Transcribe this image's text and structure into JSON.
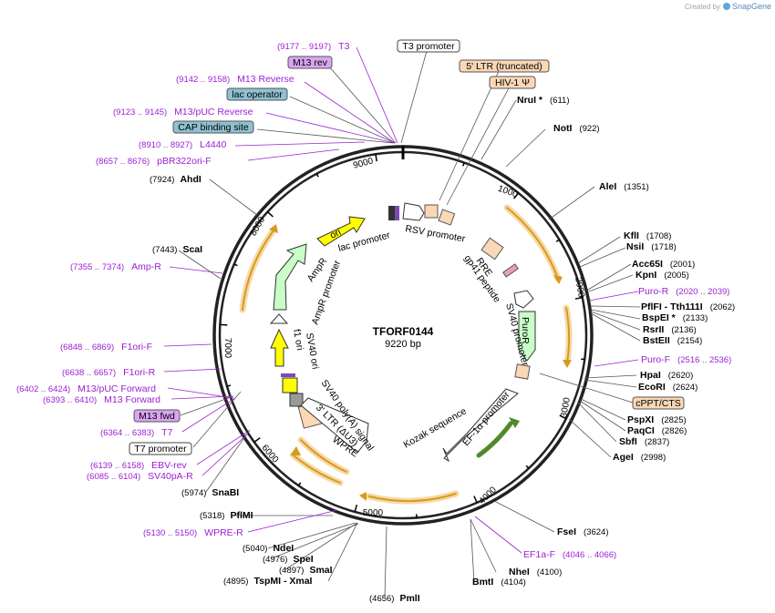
{
  "header": {
    "created_by": "Created by",
    "brand": "SnapGene"
  },
  "center": {
    "name": "TFORF0144",
    "length": "9220 bp"
  },
  "colors": {
    "primer": "#9b1fd1",
    "orf": "#d89a1a",
    "ori": "#ffff00",
    "ampr": "#c8ffc8",
    "ltr": "#fad7b5",
    "feature_box_blue": "#8fc1d1",
    "feature_box_purple": "#d9a6f2"
  },
  "ticks": [
    "1000",
    "2000",
    "3000",
    "4000",
    "5000",
    "6000",
    "7000",
    "8000",
    "9000"
  ],
  "features_on_map": {
    "lac_promoter": "lac promoter",
    "rsv_promoter": "RSV promoter",
    "rre": "RRE",
    "gp41": "gp41 peptide",
    "sv40_promoter": "SV40 promoter",
    "puror": "PuroR",
    "ef1a": "EF-1α promoter",
    "kozak": "Kozak sequence",
    "wpre": "WPRE",
    "ltr3": "3' LTR (ΔU3)",
    "sv40_polya": "SV40 poly(A) signal",
    "sv40_ori": "SV40 ori",
    "f1_ori": "f1 ori",
    "ampr_promoter": "AmpR promoter",
    "ampr": "AmpR",
    "ori": "ori"
  },
  "outer_labels": {
    "t3_promoter": "T3 promoter",
    "ltr5": "5' LTR (truncated)",
    "hiv": "HIV-1 Ψ",
    "cppt": "cPPT/CTS",
    "m13rev": "M13 rev",
    "lac_operator": "lac operator",
    "cap": "CAP binding site",
    "m13fwd": "M13 fwd",
    "t7_promoter": "T7 promoter"
  },
  "enzymes": [
    {
      "name": "NruI *",
      "pos": "(611)"
    },
    {
      "name": "NotI",
      "pos": "(922)"
    },
    {
      "name": "AleI",
      "pos": "(1351)"
    },
    {
      "name": "KflI",
      "pos": "(1708)"
    },
    {
      "name": "NsiI",
      "pos": "(1718)"
    },
    {
      "name": "Acc65I",
      "pos": "(2001)"
    },
    {
      "name": "KpnI",
      "pos": "(2005)"
    },
    {
      "name": "PflFI - Tth111I",
      "pos": "(2062)"
    },
    {
      "name": "BspEI *",
      "pos": "(2133)"
    },
    {
      "name": "RsrII",
      "pos": "(2136)"
    },
    {
      "name": "BstEII",
      "pos": "(2154)"
    },
    {
      "name": "HpaI",
      "pos": "(2620)"
    },
    {
      "name": "EcoRI",
      "pos": "(2624)"
    },
    {
      "name": "PspXI",
      "pos": "(2825)"
    },
    {
      "name": "PaqCI",
      "pos": "(2826)"
    },
    {
      "name": "SbfI",
      "pos": "(2837)"
    },
    {
      "name": "AgeI",
      "pos": "(2998)"
    },
    {
      "name": "FseI",
      "pos": "(3624)"
    },
    {
      "name": "NheI",
      "pos": "(4100)"
    },
    {
      "name": "BmtI",
      "pos": "(4104)"
    },
    {
      "name": "PmlI",
      "pos": "(4656)"
    },
    {
      "name": "SpeI",
      "pos": "(4976)"
    },
    {
      "name": "NdeI",
      "pos": "(5040)"
    },
    {
      "name": "SmaI",
      "pos": "(4897)"
    },
    {
      "name": "TspMI - XmaI",
      "pos": "(4895)"
    },
    {
      "name": "PflMI",
      "pos": "(5318)"
    },
    {
      "name": "SnaBI",
      "pos": "(5974)"
    },
    {
      "name": "ScaI",
      "pos": "(7443)"
    },
    {
      "name": "AhdI",
      "pos": "(7924)"
    }
  ],
  "primers": [
    {
      "name": "T3",
      "pos": "(9177 .. 9197)"
    },
    {
      "name": "M13 Reverse",
      "pos": "(9142 .. 9158)"
    },
    {
      "name": "M13/pUC Reverse",
      "pos": "(9123 .. 9145)"
    },
    {
      "name": "L4440",
      "pos": "(8910 .. 8927)"
    },
    {
      "name": "pBR322ori-F",
      "pos": "(8657 .. 8676)"
    },
    {
      "name": "Amp-R",
      "pos": "(7355 .. 7374)"
    },
    {
      "name": "F1ori-F",
      "pos": "(6848 .. 6869)"
    },
    {
      "name": "F1ori-R",
      "pos": "(6638 .. 6657)"
    },
    {
      "name": "M13/pUC Forward",
      "pos": "(6402 .. 6424)"
    },
    {
      "name": "M13 Forward",
      "pos": "(6393 .. 6410)"
    },
    {
      "name": "T7",
      "pos": "(6364 .. 6383)"
    },
    {
      "name": "EBV-rev",
      "pos": "(6139 .. 6158)"
    },
    {
      "name": "SV40pA-R",
      "pos": "(6085 .. 6104)"
    },
    {
      "name": "WPRE-R",
      "pos": "(5130 .. 5150)"
    },
    {
      "name": "Puro-R",
      "pos": "(2020 .. 2039)"
    },
    {
      "name": "Puro-F",
      "pos": "(2516 .. 2536)"
    },
    {
      "name": "EF1a-F",
      "pos": "(4046 .. 4066)"
    }
  ]
}
